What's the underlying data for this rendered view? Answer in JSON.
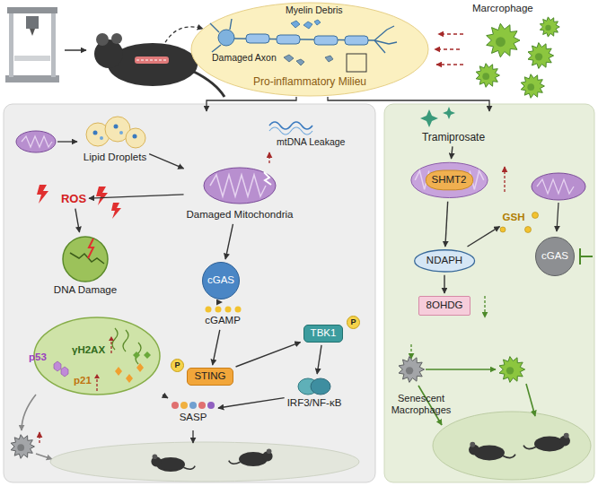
{
  "diagram": {
    "nodes": [
      {
        "text": [
          "Pro-inflammatory Milieu"
        ]
      },
      {
        "text": [
          "Lipid Droplets"
        ]
      },
      {
        "text": [
          "Damaged Mitochondria"
        ]
      },
      {
        "text": [
          "ROS"
        ]
      },
      {
        "text": [
          "DNA Damage"
        ]
      },
      {
        "text": [
          "γH2AX",
          "p53",
          "p21"
        ]
      },
      {
        "text": [
          "cGAS"
        ]
      },
      {
        "text": [
          "cGAMP"
        ]
      },
      {
        "text": [
          "STING"
        ]
      },
      {
        "text": [
          "TBK1"
        ]
      },
      {
        "text": [
          "IRF3/NF-κB"
        ]
      },
      {
        "text": [
          "SASP"
        ]
      },
      {
        "text": [
          "Tramiprosate"
        ]
      },
      {
        "text": [
          "SHMT2"
        ]
      },
      {
        "text": [
          "GSH"
        ]
      },
      {
        "text": [
          "NDAPH"
        ]
      },
      {
        "text": [
          "8OHDG"
        ]
      },
      {
        "text": [
          "cGAS"
        ]
      }
    ],
    "edges": [
      {
        "from": 1,
        "to": 2,
        "arrow": "to"
      },
      {
        "from": 2,
        "to": 3,
        "arrow": "to"
      },
      {
        "from": 3,
        "to": 4,
        "arrow": "to"
      },
      {
        "from": 2,
        "to": 6,
        "arrow": "to"
      },
      {
        "from": 6,
        "to": 7,
        "arrow": "to"
      },
      {
        "from": 7,
        "to": 8,
        "arrow": "to"
      },
      {
        "from": 8,
        "to": 9,
        "arrow": "to"
      },
      {
        "from": 9,
        "to": 10,
        "arrow": "to"
      },
      {
        "from": 10,
        "to": 11,
        "arrow": "to"
      },
      {
        "from": 5,
        "to": 11,
        "arrow": "to"
      },
      {
        "from": 12,
        "to": 13,
        "arrow": "to"
      },
      {
        "from": 13,
        "to": 15,
        "arrow": "to"
      },
      {
        "from": 15,
        "to": 16,
        "arrow": "to"
      },
      {
        "from": 15,
        "to": 14,
        "arrow": "to"
      }
    ],
    "labels": [
      "Myelin Debris",
      "Damaged Axon",
      "Marcrophage",
      "mtDNA Leakage",
      "P",
      "P",
      "Senescent Macrophages"
    ]
  }
}
